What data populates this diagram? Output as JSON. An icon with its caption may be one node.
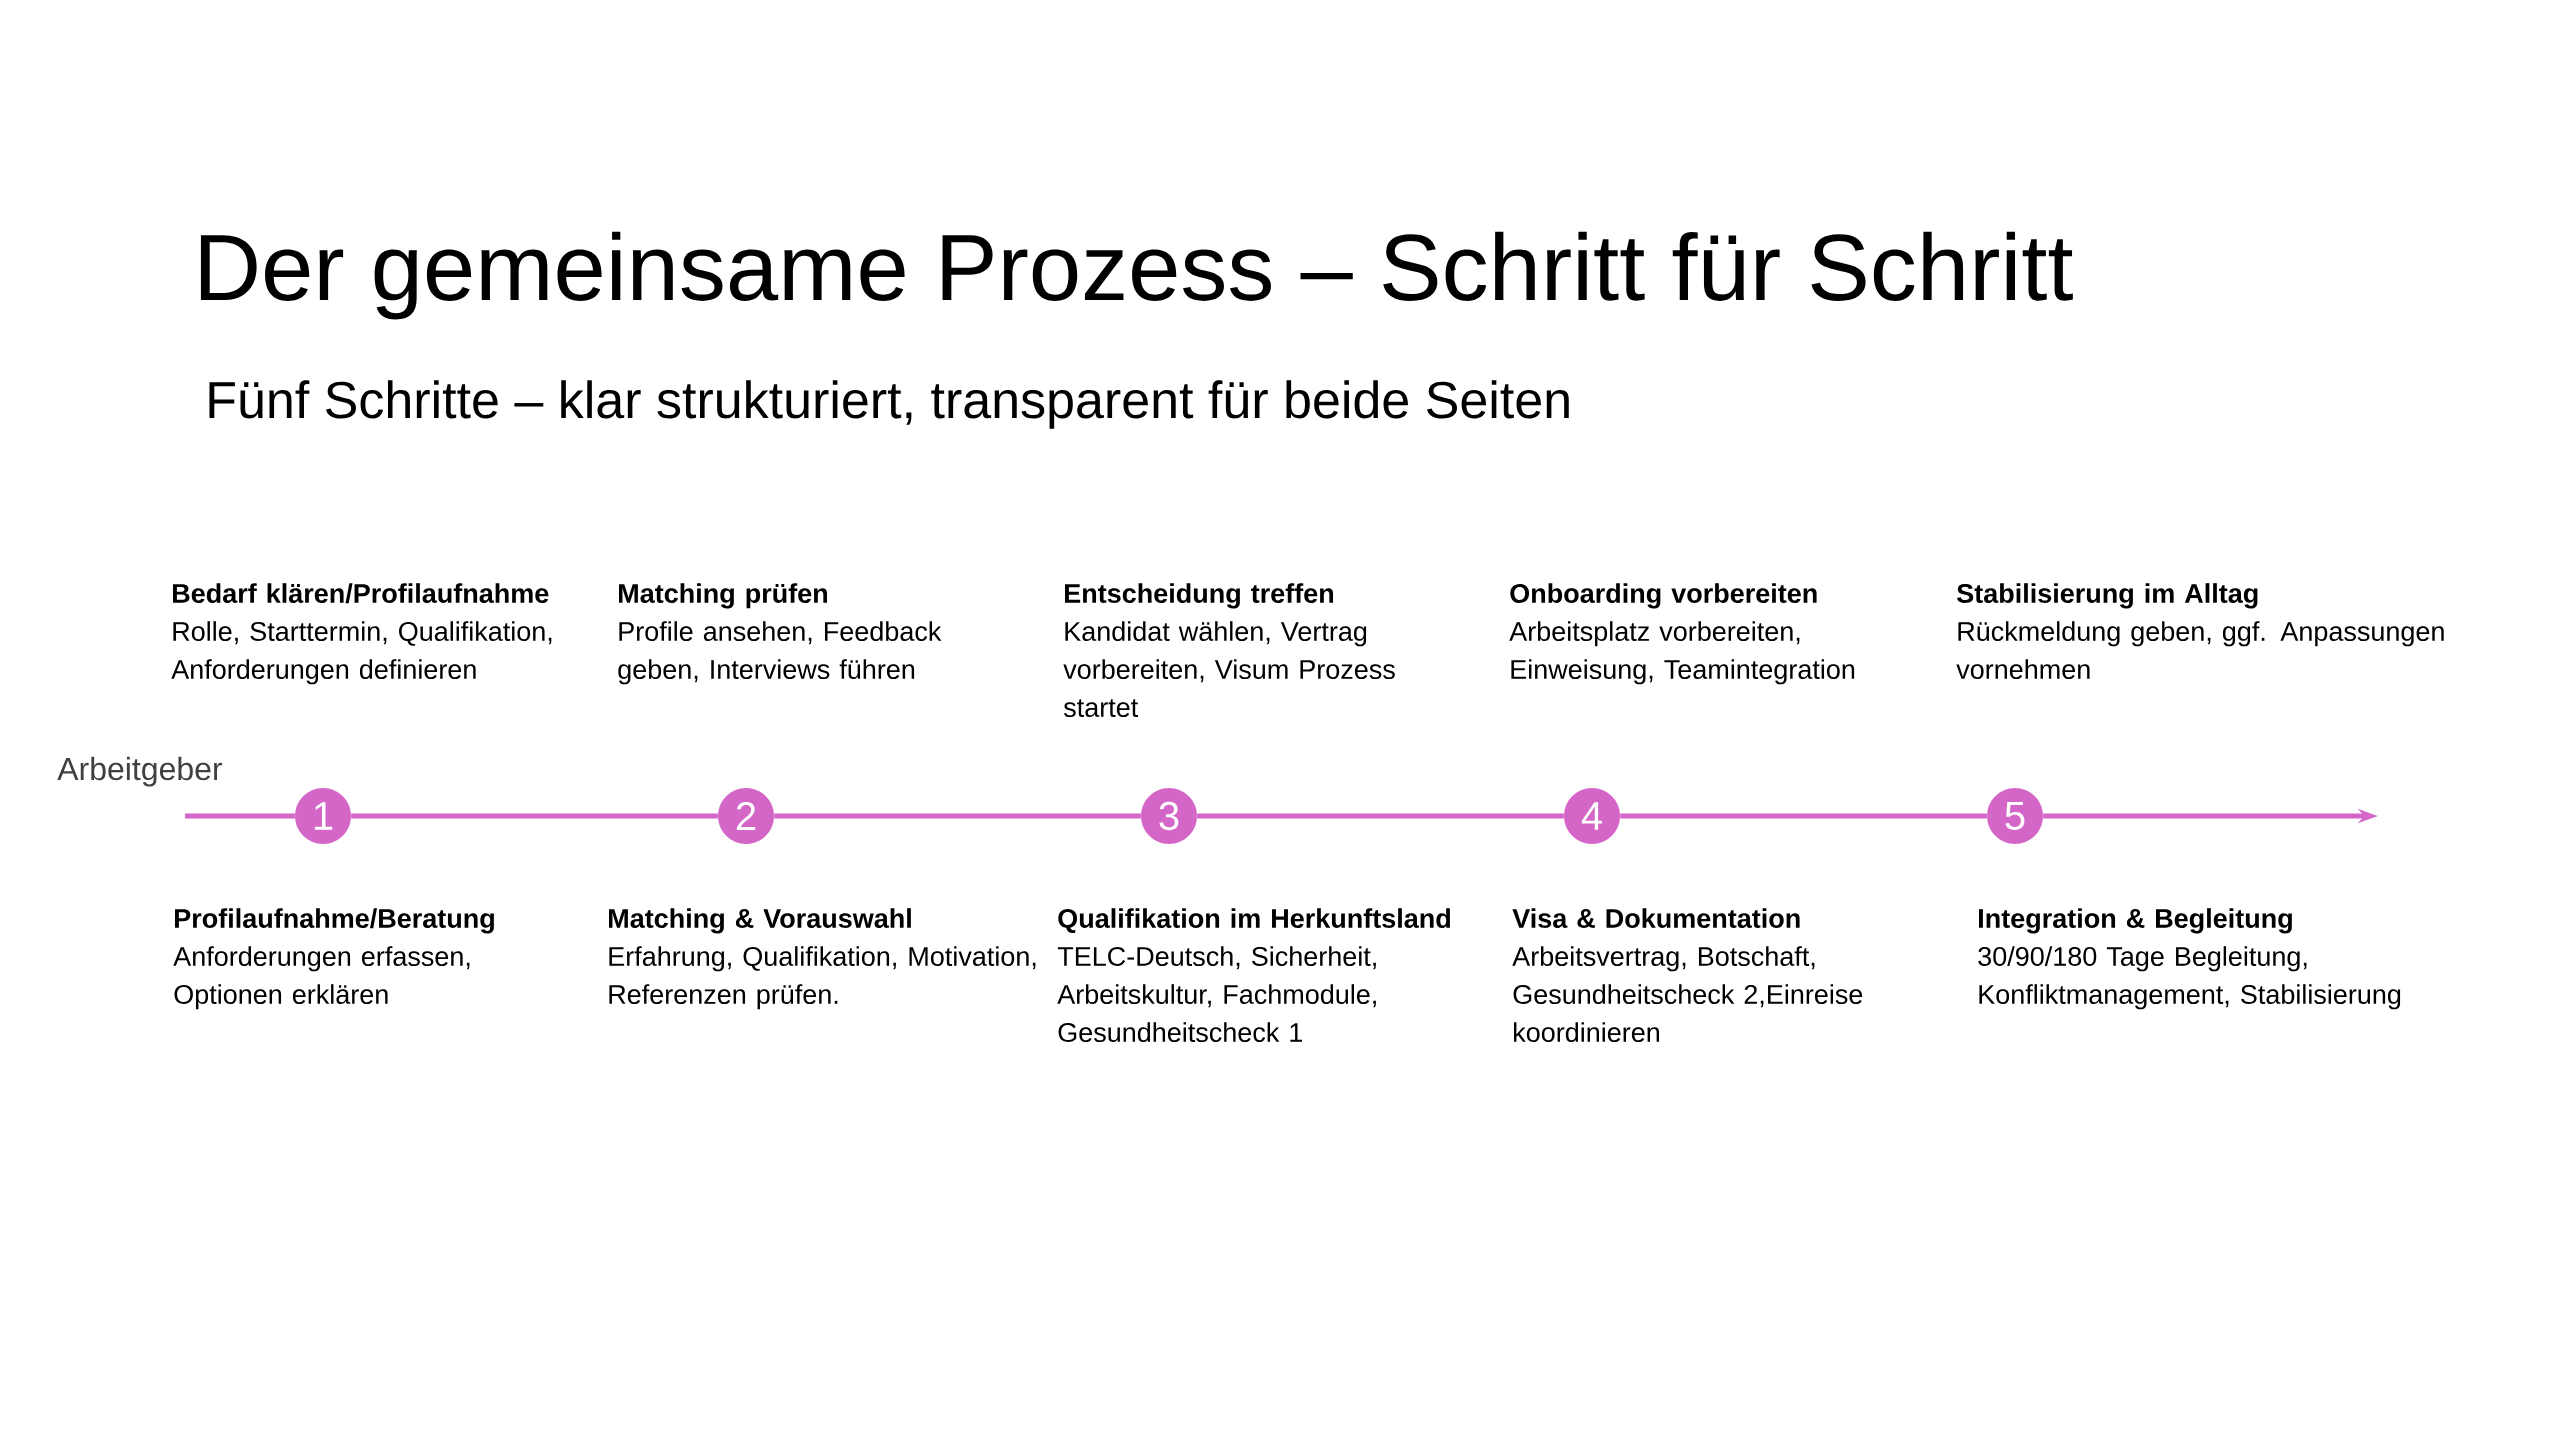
{
  "diagram": {
    "title": "Der gemeinsame Prozess – Schritt für Schritt",
    "nodes": [
      {
        "text": [
          "1"
        ],
        "beside": [
          "Bedarf klären/Profilaufnahme",
          "Rolle, Starttermin, Qualifikation, Anforderungen definieren",
          "Profilaufnahme/Beratung",
          "Anforderungen erfassen, Optionen erklären"
        ]
      },
      {
        "text": [
          "2"
        ],
        "beside": [
          "Matching prüfen",
          "Profile ansehen, Feedback geben, Interviews führen",
          "Matching & Vorauswahl",
          "Erfahrung, Qualifikation, Motivation, Referenzen prüfen."
        ]
      },
      {
        "text": [
          "3"
        ],
        "beside": [
          "Entscheidung treffen",
          "Kandidat wählen, Vertrag vorbereiten, Visum Prozess startet",
          "Qualifikation im Herkunftsland",
          "TELC-Deutsch, Sicherheit, Arbeitskultur, Fachmodule, Gesundheitscheck 1"
        ]
      },
      {
        "text": [
          "4"
        ],
        "beside": [
          "Onboarding vorbereiten",
          "Arbeitsplatz vorbereiten, Einweisung, Teamintegration",
          "Visa & Dokumentation",
          "Arbeitsvertrag, Botschaft, Gesundheitscheck 2,Einreise koordinieren"
        ]
      },
      {
        "text": [
          "5"
        ],
        "beside": [
          "Stabilisierung im Alltag",
          "Rückmeldung geben, ggf. Anpassungen vornehmen",
          "Integration & Begleitung",
          "30/90/180 Tage Begleitung, Konfliktmanagement, Stabilisierung"
        ]
      }
    ],
    "edges": [
      {
        "from": null,
        "to": 0,
        "arrow": "none"
      },
      {
        "from": 0,
        "to": 1,
        "arrow": "none"
      },
      {
        "from": 1,
        "to": 2,
        "arrow": "none"
      },
      {
        "from": 2,
        "to": 3,
        "arrow": "none"
      },
      {
        "from": 3,
        "to": 4,
        "arrow": "none"
      },
      {
        "from": 4,
        "to": null,
        "arrow": "to"
      }
    ],
    "labels": [
      "Fünf Schritte – klar strukturiert, transparent für beide Seiten",
      "Arbeitgeber"
    ]
  }
}
